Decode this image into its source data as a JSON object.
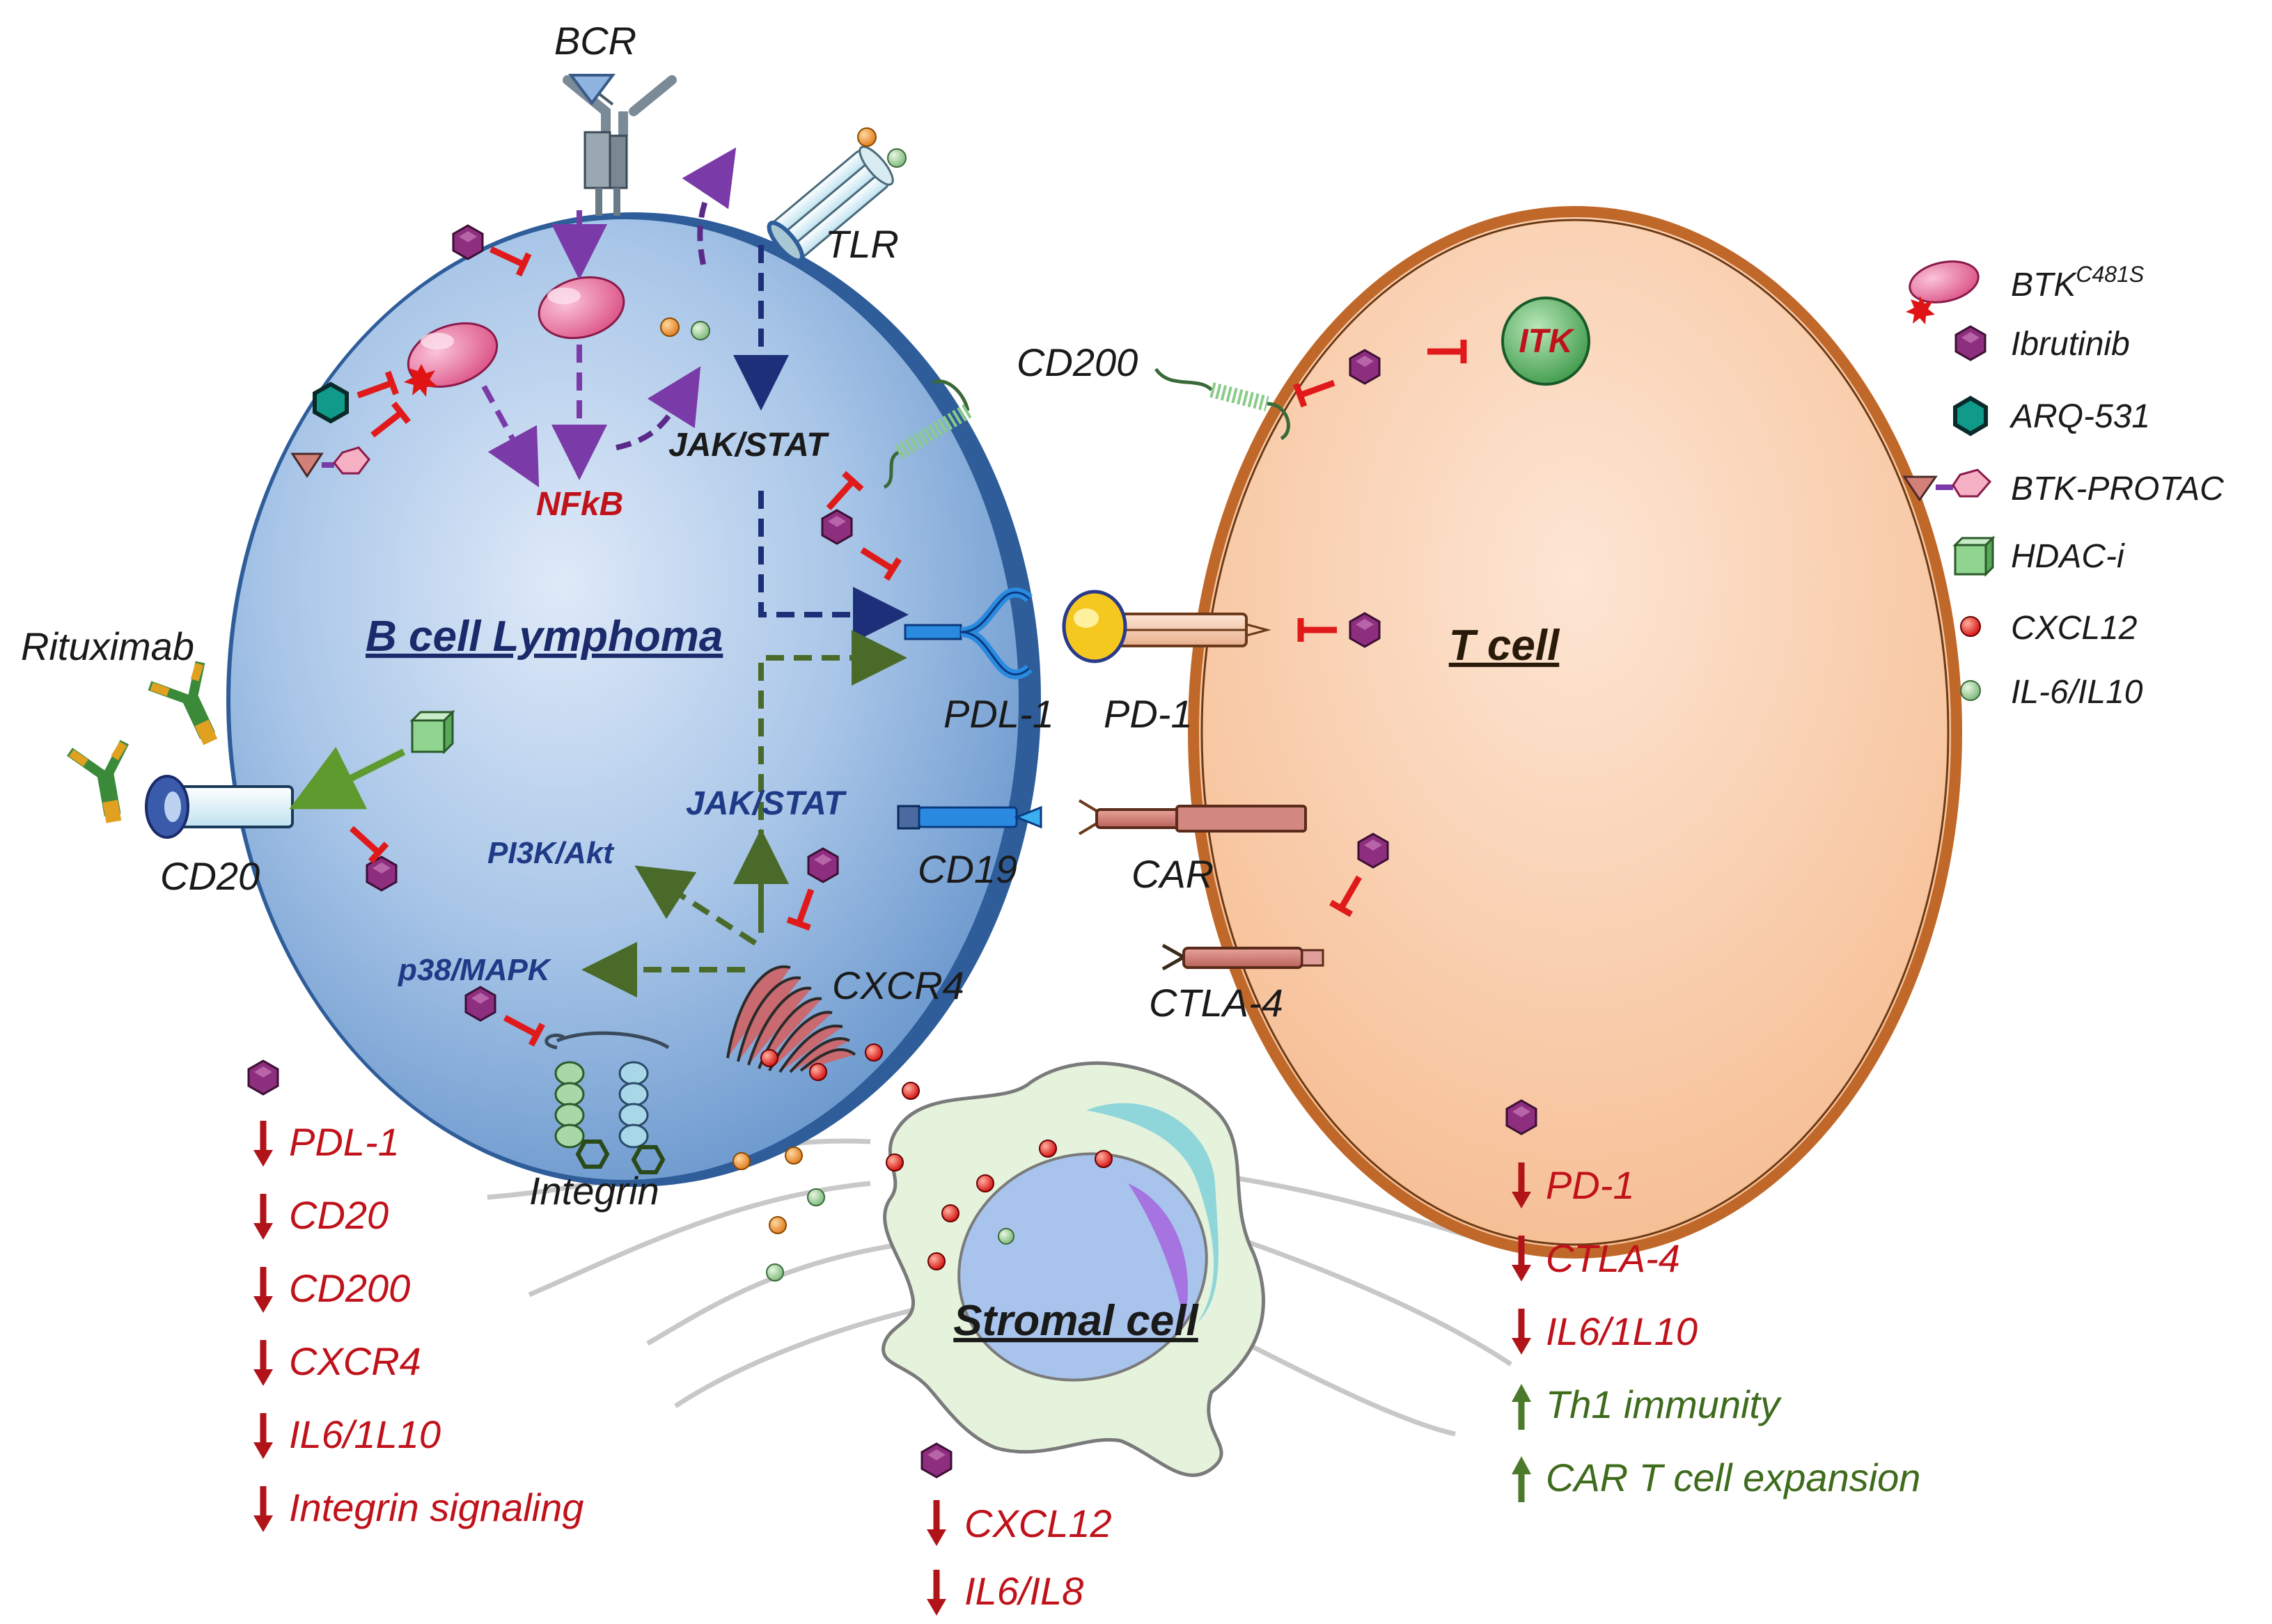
{
  "labels": {
    "bcr": "BCR",
    "tlr": "TLR",
    "cd200": "CD200",
    "jak_stat_upper": "JAK/STAT",
    "jak_stat_lower": "JAK/STAT",
    "nfkb": "NFkB",
    "b_cell": "B cell Lymphoma",
    "t_cell": "T cell",
    "stromal": "Stromal cell",
    "rituximab": "Rituximab",
    "cd20": "CD20",
    "pdl1": "PDL-1",
    "pd1": "PD-1",
    "cd19": "CD19",
    "car": "CAR",
    "ctla4": "CTLA-4",
    "cxcr4": "CXCR4",
    "pi3k": "PI3K/Akt",
    "p38": "p38/MAPK",
    "integrin": "Integrin",
    "itk": "ITK"
  },
  "legend": [
    {
      "icon": "btk-mutant-icon",
      "text": "BTK",
      "sup": "C481S"
    },
    {
      "icon": "ibrutinib-icon",
      "text": "Ibrutinib"
    },
    {
      "icon": "arq531-icon",
      "text": "ARQ-531"
    },
    {
      "icon": "btk-protac-icon",
      "text": "BTK-PROTAC"
    },
    {
      "icon": "hdac-icon",
      "text": "HDAC-i"
    },
    {
      "icon": "cxcl12-icon",
      "text": "CXCL12"
    },
    {
      "icon": "il6-il10-icon",
      "text": "IL-6/IL10"
    }
  ],
  "effects": {
    "b_cell": [
      "PDL-1",
      "CD20",
      "CD200",
      "CXCR4",
      "IL6/1L10",
      "Integrin signaling"
    ],
    "stromal": [
      "CXCL12",
      "IL6/IL8"
    ],
    "t_cell_down": [
      "PD-1",
      "CTLA-4",
      "IL6/1L10"
    ],
    "t_cell_up": [
      "Th1 immunity",
      "CAR T cell expansion"
    ]
  },
  "colors": {
    "b_cell_fill": "#8fb3de",
    "b_cell_outline": "#2e5d9a",
    "t_cell_fill": "#f9c9a5",
    "t_cell_outline": "#c0682a",
    "btk": "#e66d9a",
    "ibrutinib": "#8e2e7e",
    "inhibit": "#e01a1a",
    "decrease": "#b01418",
    "increase": "#4a7a2a",
    "bcr_arrow": "#7a3aa8",
    "jak_arrow": "#1d2f78",
    "cxcr4_arrow": "#4a6a2a"
  }
}
